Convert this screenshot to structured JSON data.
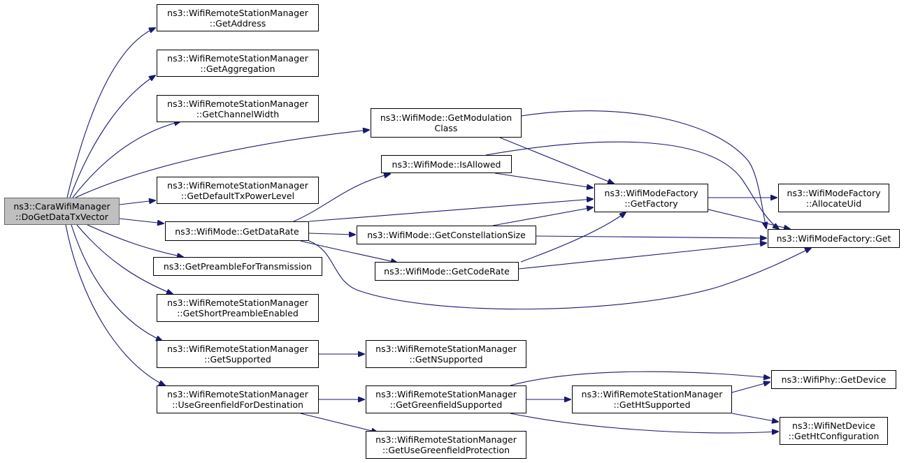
{
  "diagram": {
    "edge_color": "#191970",
    "root_fill": "#bfbfbf",
    "nodes": [
      {
        "id": "root",
        "line1": "ns3::CaraWifiManager",
        "line2": "::DoGetDataTxVector"
      },
      {
        "id": "getaddress",
        "line1": "ns3::WifiRemoteStationManager",
        "line2": "::GetAddress"
      },
      {
        "id": "getaggregation",
        "line1": "ns3::WifiRemoteStationManager",
        "line2": "::GetAggregation"
      },
      {
        "id": "getchannelwidth",
        "line1": "ns3::WifiRemoteStationManager",
        "line2": "::GetChannelWidth"
      },
      {
        "id": "getmodulationclass",
        "line1": "ns3::WifiMode::GetModulation",
        "line2": "Class"
      },
      {
        "id": "isallowed",
        "line1": "ns3::WifiMode::IsAllowed",
        "line2": ""
      },
      {
        "id": "getdefaulttxpowerlevel",
        "line1": "ns3::WifiRemoteStationManager",
        "line2": "::GetDefaultTxPowerLevel"
      },
      {
        "id": "getfactory",
        "line1": "ns3::WifiModeFactory",
        "line2": "::GetFactory"
      },
      {
        "id": "allocateuid",
        "line1": "ns3::WifiModeFactory",
        "line2": "::AllocateUid"
      },
      {
        "id": "getdatarate",
        "line1": "ns3::WifiMode::GetDataRate",
        "line2": ""
      },
      {
        "id": "getconstellationsize",
        "line1": "ns3::WifiMode::GetConstellationSize",
        "line2": ""
      },
      {
        "id": "factoryget",
        "line1": "ns3::WifiModeFactory::Get",
        "line2": ""
      },
      {
        "id": "getpreamblefortransmission",
        "line1": "ns3::GetPreambleForTransmission",
        "line2": ""
      },
      {
        "id": "getcoderate",
        "line1": "ns3::WifiMode::GetCodeRate",
        "line2": ""
      },
      {
        "id": "getshortpreambleenabled",
        "line1": "ns3::WifiRemoteStationManager",
        "line2": "::GetShortPreambleEnabled"
      },
      {
        "id": "getsupported",
        "line1": "ns3::WifiRemoteStationManager",
        "line2": "::GetSupported"
      },
      {
        "id": "getnsupported",
        "line1": "ns3::WifiRemoteStationManager",
        "line2": "::GetNSupported"
      },
      {
        "id": "usegreenfieldfordestination",
        "line1": "ns3::WifiRemoteStationManager",
        "line2": "::UseGreenfieldForDestination"
      },
      {
        "id": "getgreenfieldsupported",
        "line1": "ns3::WifiRemoteStationManager",
        "line2": "::GetGreenfieldSupported"
      },
      {
        "id": "gethtsupported",
        "line1": "ns3::WifiRemoteStationManager",
        "line2": "::GetHtSupported"
      },
      {
        "id": "getdevice",
        "line1": "ns3::WifiPhy::GetDevice",
        "line2": ""
      },
      {
        "id": "gethtconfiguration",
        "line1": "ns3::WifiNetDevice",
        "line2": "::GetHtConfiguration"
      },
      {
        "id": "getusegreenfieldprotection",
        "line1": "ns3::WifiRemoteStationManager",
        "line2": "::GetUseGreenfieldProtection"
      }
    ],
    "edges": [
      {
        "from": "root",
        "to": "getaddress"
      },
      {
        "from": "root",
        "to": "getaggregation"
      },
      {
        "from": "root",
        "to": "getchannelwidth"
      },
      {
        "from": "root",
        "to": "getmodulationclass"
      },
      {
        "from": "root",
        "to": "getdefaulttxpowerlevel"
      },
      {
        "from": "root",
        "to": "getdatarate"
      },
      {
        "from": "root",
        "to": "getpreamblefortransmission"
      },
      {
        "from": "root",
        "to": "getshortpreambleenabled"
      },
      {
        "from": "root",
        "to": "getsupported"
      },
      {
        "from": "root",
        "to": "usegreenfieldfordestination"
      },
      {
        "from": "getmodulationclass",
        "to": "getfactory"
      },
      {
        "from": "getmodulationclass",
        "to": "factoryget"
      },
      {
        "from": "isallowed",
        "to": "getfactory"
      },
      {
        "from": "isallowed",
        "to": "factoryget"
      },
      {
        "from": "getdatarate",
        "to": "isallowed"
      },
      {
        "from": "getdatarate",
        "to": "getfactory"
      },
      {
        "from": "getdatarate",
        "to": "getconstellationsize"
      },
      {
        "from": "getdatarate",
        "to": "getcoderate"
      },
      {
        "from": "getdatarate",
        "to": "factoryget"
      },
      {
        "from": "getconstellationsize",
        "to": "getfactory"
      },
      {
        "from": "getconstellationsize",
        "to": "factoryget"
      },
      {
        "from": "getcoderate",
        "to": "getfactory"
      },
      {
        "from": "getcoderate",
        "to": "factoryget"
      },
      {
        "from": "getfactory",
        "to": "allocateuid"
      },
      {
        "from": "getfactory",
        "to": "factoryget"
      },
      {
        "from": "getsupported",
        "to": "getnsupported"
      },
      {
        "from": "usegreenfieldfordestination",
        "to": "getgreenfieldsupported"
      },
      {
        "from": "usegreenfieldfordestination",
        "to": "getusegreenfieldprotection"
      },
      {
        "from": "getgreenfieldsupported",
        "to": "gethtsupported"
      },
      {
        "from": "getgreenfieldsupported",
        "to": "getdevice"
      },
      {
        "from": "getgreenfieldsupported",
        "to": "gethtconfiguration"
      },
      {
        "from": "gethtsupported",
        "to": "getdevice"
      },
      {
        "from": "gethtsupported",
        "to": "gethtconfiguration"
      }
    ]
  }
}
